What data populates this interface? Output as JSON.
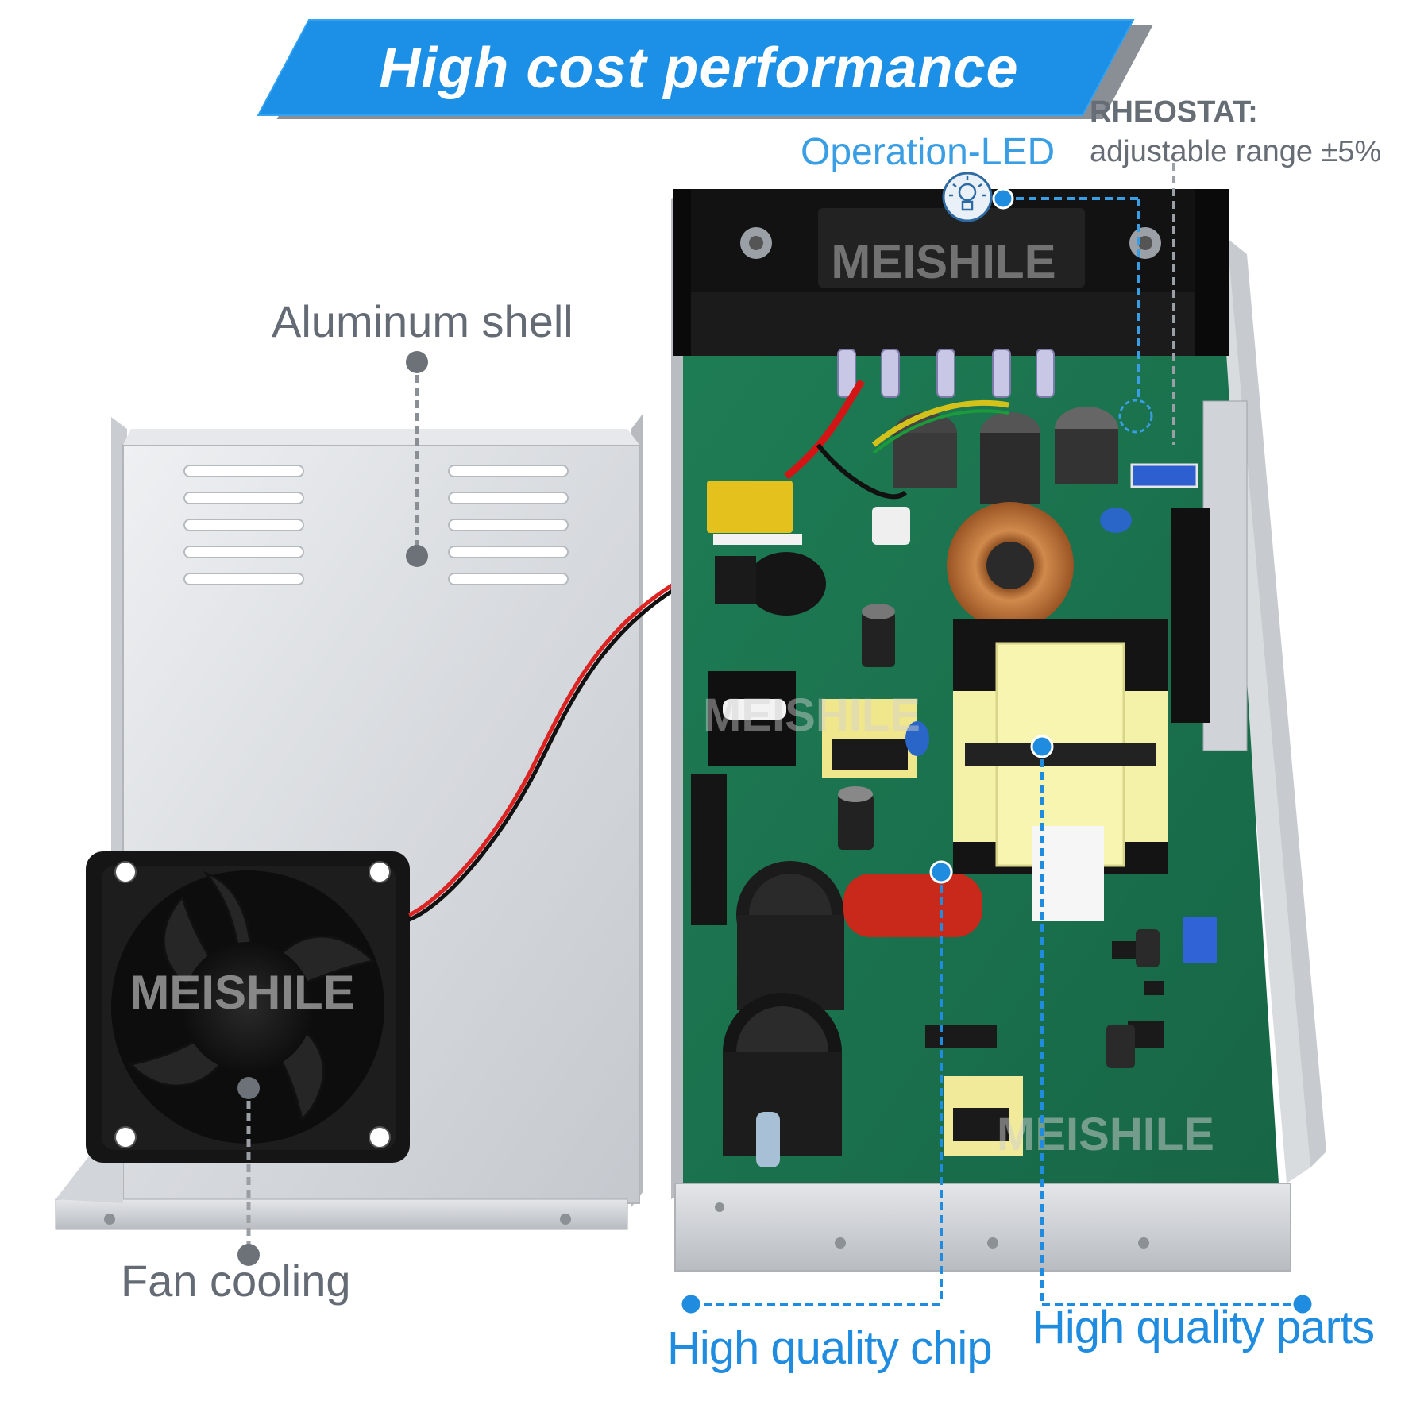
{
  "banner": {
    "title": "High cost performance",
    "color": "#1c8fe6"
  },
  "callouts": {
    "rheostat_title": "RHEOSTAT:",
    "rheostat_desc": "adjustable range ±5%",
    "operation_led": "Operation-LED",
    "aluminum_shell": "Aluminum shell",
    "fan_cooling": "Fan cooling",
    "high_quality_chip": "High quality chip",
    "high_quality_parts": "High quality parts"
  },
  "watermark": {
    "brand": "MEISHILE"
  },
  "icons": {
    "led": "lightbulb-icon"
  },
  "colors": {
    "accent": "#1f8ce0",
    "label_grey": "#646b74",
    "pcb_green": "#1f7a52"
  }
}
